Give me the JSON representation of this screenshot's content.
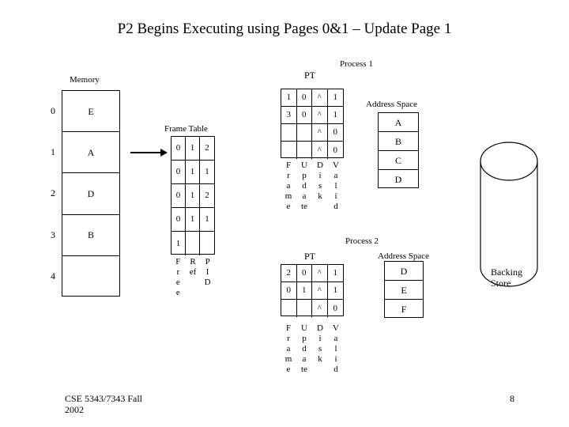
{
  "slide": {
    "title": "P2 Begins Executing using Pages 0&1 – Update Page 1",
    "footer_left_line1": "CSE 5343/7343 Fall",
    "footer_left_line2": "2002",
    "page_number": "8",
    "background_color": "#ffffff",
    "ink_color": "#000000"
  },
  "memory": {
    "caption": "Memory",
    "indices": [
      "0",
      "1",
      "2",
      "3",
      "4"
    ],
    "frames": [
      "E",
      "A",
      "D",
      "B",
      ""
    ]
  },
  "frame_table": {
    "caption": "Frame Table",
    "columns": [
      "Free",
      "Ref",
      "PID"
    ],
    "column_letters": [
      [
        "F",
        "r",
        "e",
        "e"
      ],
      [
        "R",
        "ef"
      ],
      [
        "P",
        "I",
        "D"
      ]
    ],
    "rows": [
      [
        "0",
        "1",
        "2"
      ],
      [
        "0",
        "1",
        "1"
      ],
      [
        "0",
        "1",
        "2"
      ],
      [
        "0",
        "1",
        "1"
      ],
      [
        "1",
        "",
        ""
      ]
    ]
  },
  "process1": {
    "label": "Process 1",
    "page_table": {
      "caption": "PT",
      "columns": [
        "Frame",
        "Update",
        "Disk",
        "Valid"
      ],
      "column_letters": [
        [
          "F",
          "r",
          "a",
          "m",
          "e"
        ],
        [
          "U",
          "p",
          "d",
          "a",
          "te"
        ],
        [
          "D",
          "i",
          "s",
          "k"
        ],
        [
          "V",
          "a",
          "l",
          "i",
          "d"
        ]
      ],
      "rows": [
        [
          "1",
          "0",
          "^",
          "1"
        ],
        [
          "3",
          "0",
          "^",
          "1"
        ],
        [
          "",
          "",
          "^",
          "0"
        ],
        [
          "",
          "",
          "^",
          "0"
        ]
      ]
    },
    "address_space": {
      "caption": "Address Space",
      "pages": [
        "A",
        "B",
        "C",
        "D"
      ]
    }
  },
  "process2": {
    "label": "Process 2",
    "page_table": {
      "caption": "PT",
      "columns": [
        "Frame",
        "Update",
        "Disk",
        "Valid"
      ],
      "column_letters": [
        [
          "F",
          "r",
          "a",
          "m",
          "e"
        ],
        [
          "U",
          "p",
          "d",
          "a",
          "te"
        ],
        [
          "D",
          "i",
          "s",
          "k"
        ],
        [
          "V",
          "a",
          "l",
          "i",
          "d"
        ]
      ],
      "rows": [
        [
          "2",
          "0",
          "^",
          "1"
        ],
        [
          "0",
          "1",
          "^",
          "1"
        ],
        [
          "",
          "",
          "^",
          "0"
        ]
      ]
    },
    "address_space": {
      "caption": "Address Space",
      "pages": [
        "D",
        "E",
        "F"
      ]
    }
  },
  "backing_store": {
    "label_line1": "Backing",
    "label_line2": "Store"
  }
}
